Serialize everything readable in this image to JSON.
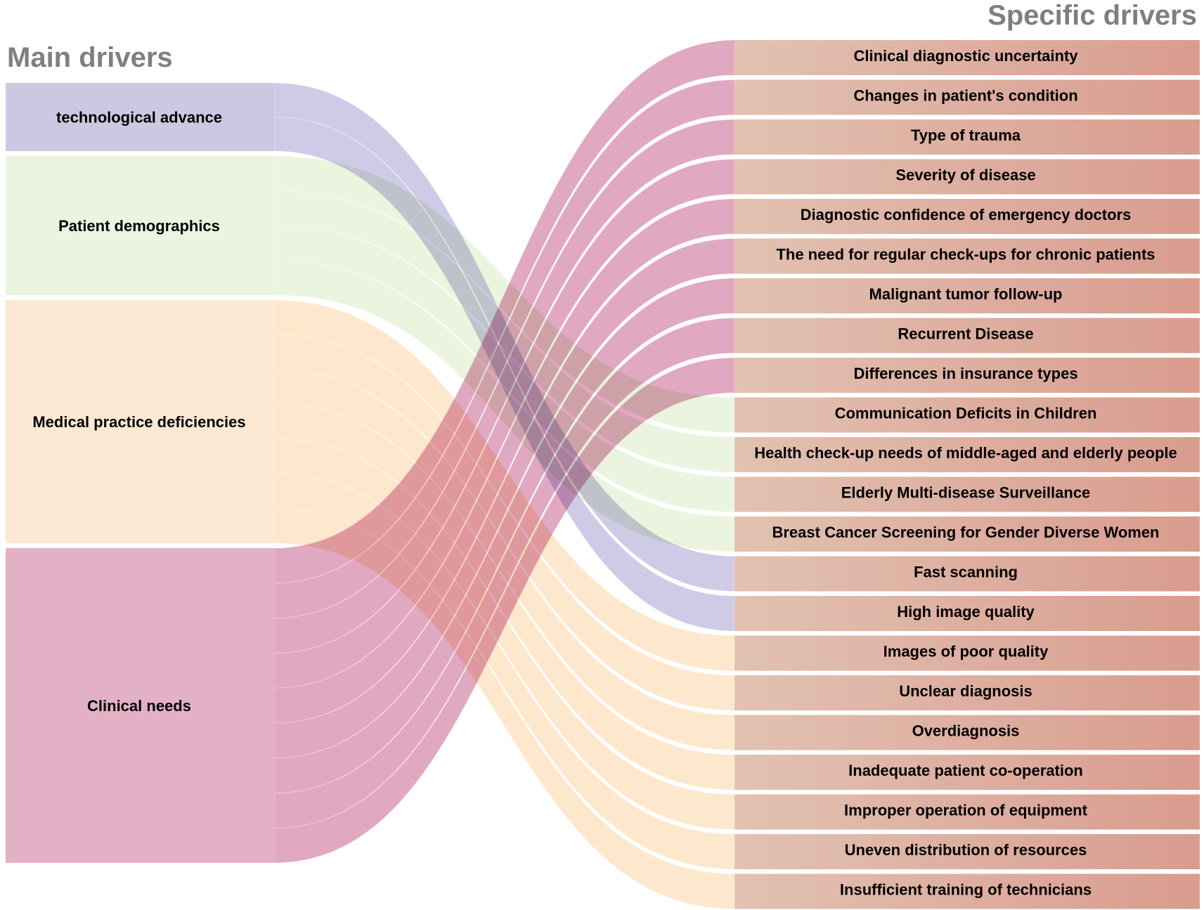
{
  "headings": {
    "main": "Main drivers",
    "specific": "Specific drivers"
  },
  "main_drivers": [
    {
      "label": "technological advance",
      "color": "#cdc8e2"
    },
    {
      "label": "Patient demographics",
      "color": "#eaf4e0"
    },
    {
      "label": "Medical practice deficiencies",
      "color": "#fce9d3"
    },
    {
      "label": "Clinical needs",
      "color": "#e2b1c5"
    }
  ],
  "link_colors": [
    "#c2bce0",
    "#e4f1d6",
    "#fde2c0",
    "#d98fb0"
  ],
  "specific_drivers": [
    {
      "label": "Clinical diagnostic uncertainty",
      "source": 3
    },
    {
      "label": "Changes in patient's condition",
      "source": 3
    },
    {
      "label": "Type of trauma",
      "source": 3
    },
    {
      "label": "Severity of disease",
      "source": 3
    },
    {
      "label": "Diagnostic confidence of emergency doctors",
      "source": 3
    },
    {
      "label": "The need for regular check-ups for chronic patients",
      "source": 3
    },
    {
      "label": "Malignant tumor follow-up",
      "source": 3
    },
    {
      "label": "Recurrent Disease",
      "source": 3
    },
    {
      "label": "Differences in insurance types",
      "source": 3
    },
    {
      "label": "Communication Deficits in Children",
      "source": 1
    },
    {
      "label": "Health check-up needs of middle-aged and elderly people",
      "source": 1
    },
    {
      "label": "Elderly Multi-disease Surveillance",
      "source": 1
    },
    {
      "label": "Breast Cancer Screening for Gender Diverse Women",
      "source": 1
    },
    {
      "label": "Fast scanning",
      "source": 0
    },
    {
      "label": "High image quality",
      "source": 0
    },
    {
      "label": "Images of poor quality",
      "source": 2
    },
    {
      "label": "Unclear diagnosis",
      "source": 2
    },
    {
      "label": "Overdiagnosis",
      "source": 2
    },
    {
      "label": "Inadequate patient co-operation",
      "source": 2
    },
    {
      "label": "Improper operation of equipment",
      "source": 2
    },
    {
      "label": "Uneven distribution of resources",
      "source": 2
    },
    {
      "label": "Insufficient training of technicians",
      "source": 2
    }
  ],
  "specific_box_gradient": [
    "#e2c2b2",
    "#d99c8e"
  ]
}
